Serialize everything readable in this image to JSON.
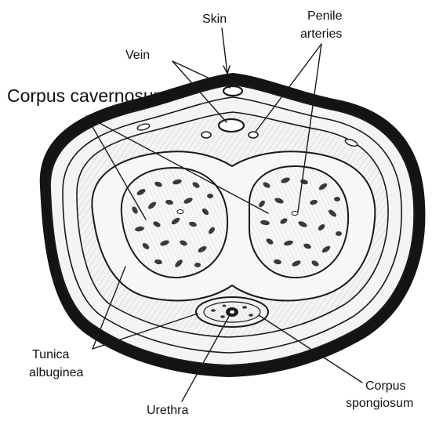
{
  "diagram": {
    "labels": {
      "skin": "Skin",
      "penile_arteries_1": "Penile",
      "penile_arteries_2": "arteries",
      "vein": "Vein",
      "corpus_cavernosum": "Corpus cavernosum",
      "tunica_1": "Tunica",
      "tunica_2": "albuginea",
      "urethra": "Urethra",
      "spongiosum_1": "Corpus",
      "spongiosum_2": "spongiosum"
    },
    "colors": {
      "ink": "#1a1a1a",
      "skin_band": "#141414",
      "tissue_shading": "#d9d9d9",
      "cavernous_fill": "#e6e6e6",
      "sinus_spots": "#3a3a3a",
      "background": "#ffffff"
    }
  }
}
